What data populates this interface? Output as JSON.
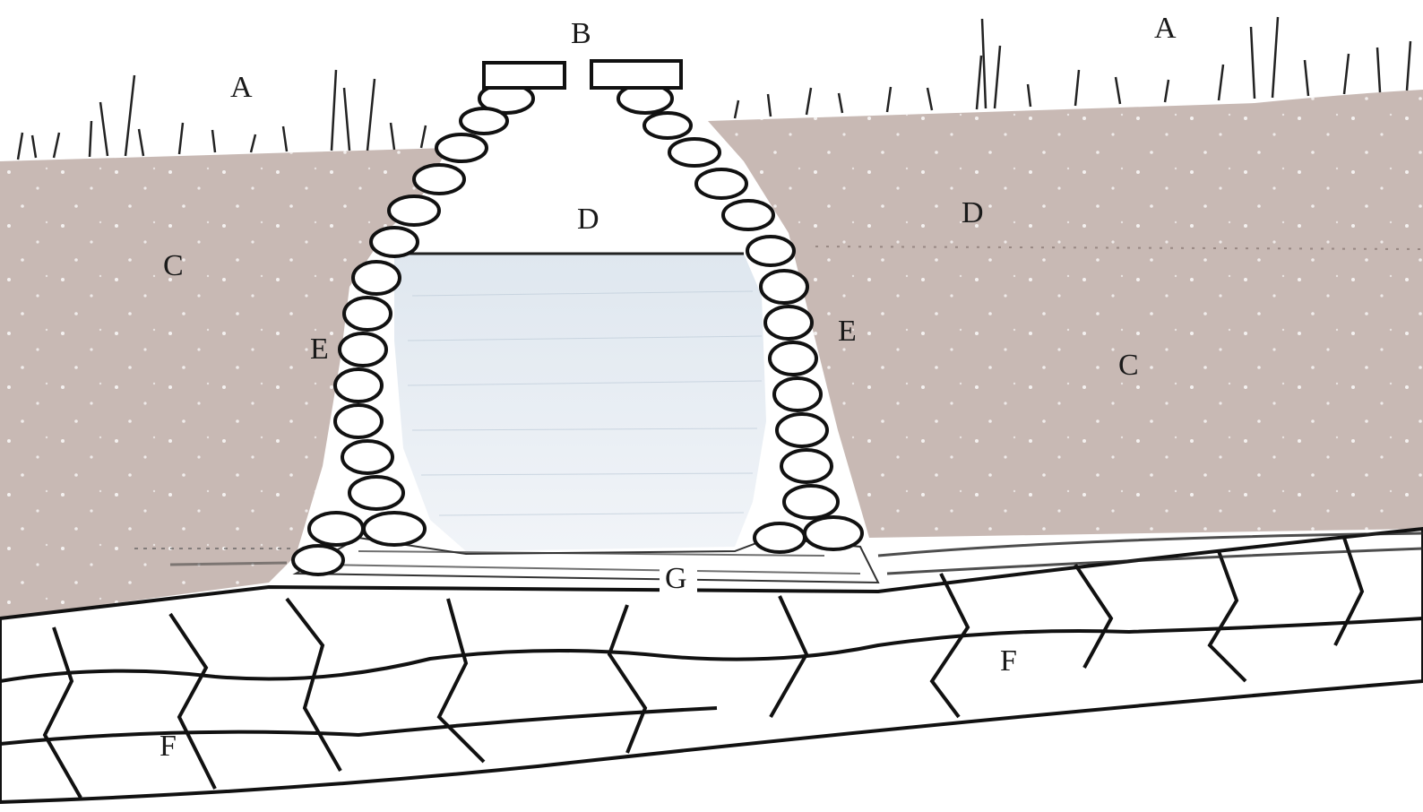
{
  "diagram": {
    "labels": {
      "a_left": "A",
      "a_right": "A",
      "b": "B",
      "c_left": "C",
      "c_right": "C",
      "d_cistern": "D",
      "d_soil": "D",
      "e_left": "E",
      "e_right": "E",
      "f_left": "F",
      "f_right": "F",
      "g": "G"
    },
    "colors": {
      "soil": "#c8b9b4",
      "water": "#e8eef4",
      "stone_outline": "#111111",
      "background": "#ffffff"
    }
  }
}
